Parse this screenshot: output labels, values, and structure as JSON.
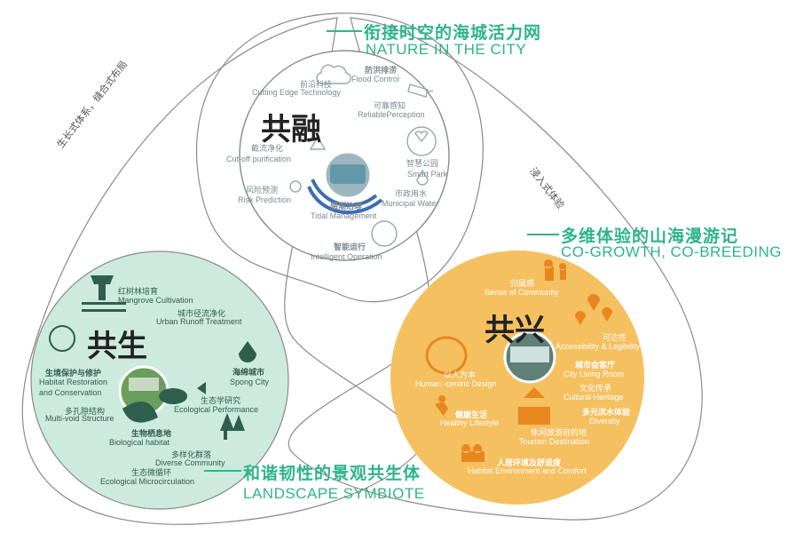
{
  "colors": {
    "accent": "#2db58a",
    "top_circle": "#ffffff",
    "left_circle": "#cdeadf",
    "right_circle": "#f5c060",
    "outline": "#8a8a8a"
  },
  "headings": {
    "top": {
      "cn": "衔接时空的海城活力网",
      "en": "NATURE IN THE CITY"
    },
    "right": {
      "cn": "多维体验的山海漫游记",
      "en": "CO-GROWTH, CO-BREEDING"
    },
    "bottom": {
      "cn": "和谐韧性的景观共生体",
      "en": "LANDSCAPE SYMBIOTE"
    }
  },
  "arc_labels": {
    "left": "生长式体系，缝合式布局",
    "right": "浸入式体验"
  },
  "top_circle": {
    "title": "共融",
    "items": [
      {
        "cn": "前沿科技",
        "en": "Cutting Edge Technology",
        "icon": "cloud-icon"
      },
      {
        "cn": "防洪排涝",
        "en": "Flood Control",
        "icon": "flood-icon"
      },
      {
        "cn": "可靠感知",
        "en": "ReliablePerception",
        "icon": "camera-icon"
      },
      {
        "cn": "截流净化",
        "en": "Cut-off purification",
        "icon": "recycle-icon"
      },
      {
        "cn": "智慧公园",
        "en": "Smart Park",
        "icon": "heart-park-icon"
      },
      {
        "cn": "风险预测",
        "en": "Risk Prediction",
        "icon": "eye-icon"
      },
      {
        "cn": "感潮治理",
        "en": "Tidal Management",
        "icon": "wave-icon"
      },
      {
        "cn": "市政用水",
        "en": "Municipal Water",
        "icon": "water-icon"
      },
      {
        "cn": "智能运行",
        "en": "Intelligent Operation",
        "icon": "brain-icon"
      }
    ]
  },
  "left_circle": {
    "title": "共生",
    "items": [
      {
        "cn": "红树林培育",
        "en": "Mangrove Cultivation",
        "icon": "mangrove-icon"
      },
      {
        "cn": "城市径流净化",
        "en": "Urban Runoff Treatment",
        "icon": ""
      },
      {
        "cn": "生境保护与修护",
        "en": "Habitat Restoration",
        "en2": "and Conservation",
        "icon": "habitat-icon"
      },
      {
        "cn": "海绵城市",
        "en": "Spong City",
        "icon": "drop-icon"
      },
      {
        "cn": "生态学研究",
        "en": "Ecological Performance",
        "icon": "fish-icon"
      },
      {
        "cn": "多孔隙结构",
        "en": "Multi-void Structure",
        "icon": ""
      },
      {
        "cn": "生物栖息地",
        "en": "Biological habitat",
        "icon": "leaf-icon"
      },
      {
        "cn": "多样化群落",
        "en": "Diverse Community",
        "icon": "trees-icon"
      },
      {
        "cn": "生态微循环",
        "en": "Ecological Microcirculation",
        "icon": ""
      }
    ]
  },
  "right_circle": {
    "title": "共兴",
    "items": [
      {
        "cn": "归属感",
        "en": "Sense of Community",
        "icon": "family-icon"
      },
      {
        "cn": "可达性",
        "en": "Accessibility & Legibility",
        "icon": "pin-icon"
      },
      {
        "cn": "城市会客厅",
        "en": "City Living Room",
        "icon": ""
      },
      {
        "cn": "以人为本",
        "en": "Human -centric Design",
        "icon": "handshake-icon"
      },
      {
        "cn": "文化传承",
        "en": "Cultural Heritage",
        "icon": ""
      },
      {
        "cn": "健康生活",
        "en": "Healthy Lifestyle",
        "icon": "runner-icon"
      },
      {
        "cn": "多元滨水体验",
        "en": "Diversity",
        "icon": ""
      },
      {
        "cn": "休闲旅游目的地",
        "en": "Tourism Destination",
        "icon": "tourism-icon"
      },
      {
        "cn": "人居环境及舒适度",
        "en": "Habitat Environment and Comfort",
        "icon": "people-icon"
      }
    ]
  }
}
